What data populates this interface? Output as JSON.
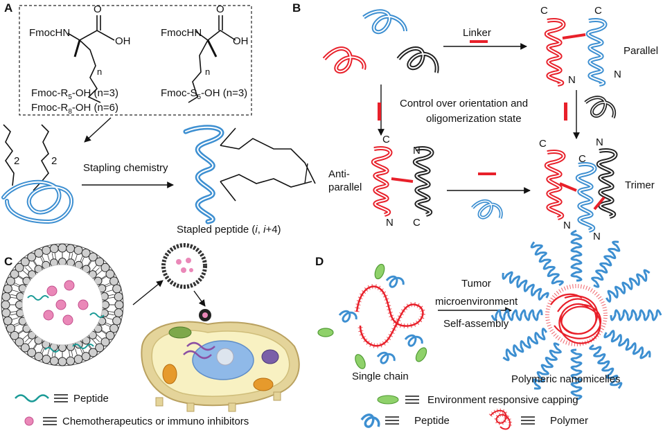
{
  "panels": {
    "a": "A",
    "b": "B",
    "c": "C",
    "d": "D"
  },
  "colors": {
    "red": "#e8202a",
    "blue": "#3d8fd1",
    "black": "#222222",
    "teal": "#1a9a96",
    "pink": "#e6428f",
    "green": "#8fd16a",
    "nucleus": "#8fb9e8"
  },
  "panel_a": {
    "fmoc_hn_left": "FmocHN",
    "fmoc_hn_right": "FmocHN",
    "oh_left": "OH",
    "oh_right": "OH",
    "o_left": "O",
    "o_right": "O",
    "n_sub_left": "n",
    "n_sub_right": "n",
    "r5_prefix": "Fmoc-R",
    "r5_sub": "5",
    "r5_suffix": "-OH (n=3)",
    "r8_prefix": "Fmoc-R",
    "r8_sub": "8",
    "r8_suffix": "-OH (n=6)",
    "s5_prefix": "Fmoc-S",
    "s5_sub": "5",
    "s5_suffix": "-OH (n=3)",
    "two_left": "2",
    "two_right": "2",
    "stapling": "Stapling chemistry",
    "stapled_prefix": "Stapled peptide (",
    "stapled_i": "i",
    "stapled_mid": ", ",
    "stapled_i2": "i",
    "stapled_suffix": "+4)"
  },
  "panel_b": {
    "linker": "Linker",
    "parallel": "Parallel",
    "control_line1": "Control over orientation and",
    "control_line2": "oligomerization state",
    "anti_line1": "Anti-",
    "anti_line2": "parallel",
    "trimer": "Trimer",
    "c_labels": [
      "C",
      "C",
      "C",
      "C",
      "C",
      "C"
    ],
    "n_labels": [
      "N",
      "N",
      "N",
      "N",
      "N",
      "N",
      "N"
    ]
  },
  "panel_c": {
    "legend_peptide": "Peptide",
    "legend_drug": "Chemotherapeutics or immuno inhibitors"
  },
  "panel_d": {
    "tumor": "Tumor",
    "micro": "microenvironment",
    "self_assembly": "Self-assembly",
    "single_chain": "Single chain",
    "nanomicelles": "Polymeric nanomicelles",
    "legend_capping": "Environment responsive capping",
    "legend_peptide": "Peptide",
    "legend_polymer": "Polymer"
  }
}
